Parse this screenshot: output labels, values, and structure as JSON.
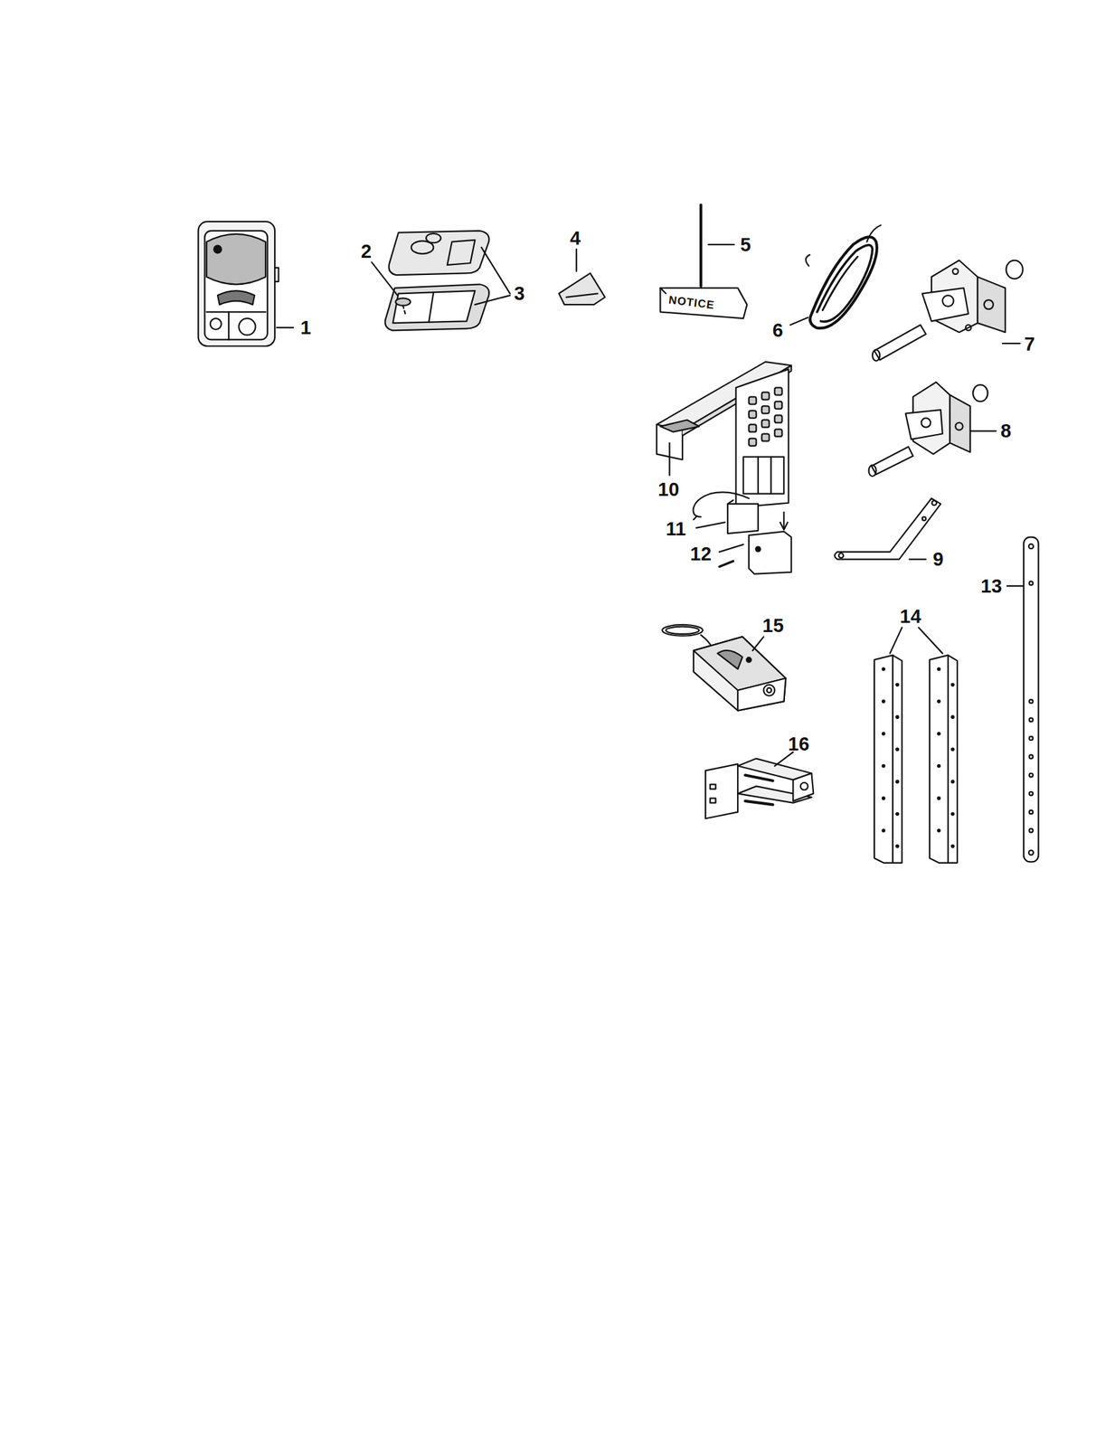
{
  "diagram": {
    "labels": [
      "1",
      "2",
      "3",
      "4",
      "5",
      "NOTICE",
      "6",
      "7",
      "8",
      "10",
      "11",
      "12",
      "9",
      "13",
      "14",
      "15",
      "16"
    ]
  }
}
